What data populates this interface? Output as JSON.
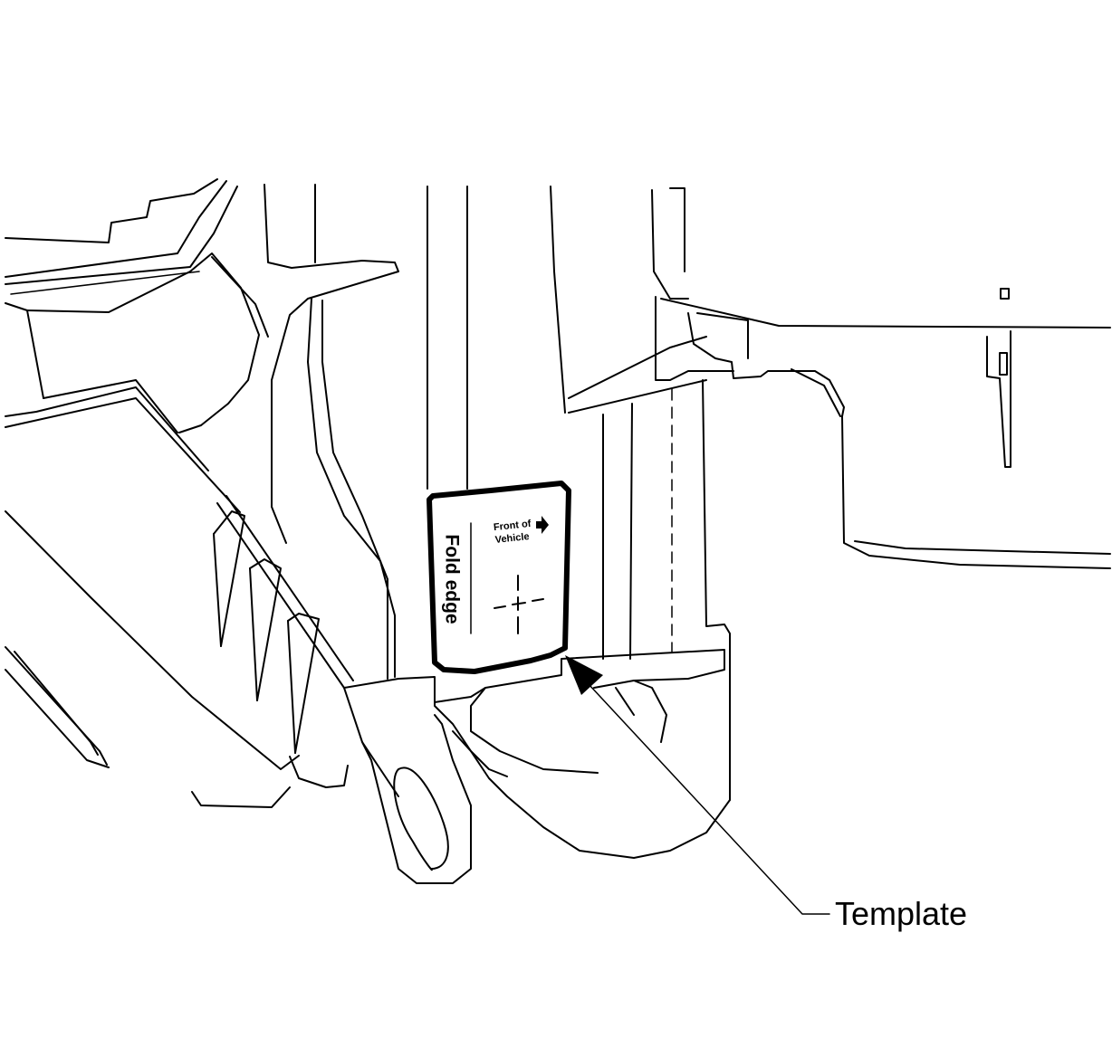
{
  "figure": {
    "callout_label": "Template",
    "template": {
      "fold_edge_label": "Fold edge",
      "front_label_line1": "Front of",
      "front_label_line2": "Vehicle"
    }
  }
}
